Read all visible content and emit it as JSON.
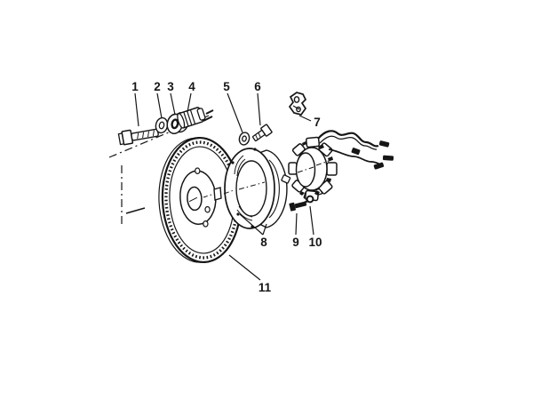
{
  "figure": {
    "type": "exploded-parts-diagram",
    "background_color": "#ffffff",
    "line_color": "#161616",
    "callouts": [
      {
        "label": "1"
      },
      {
        "label": "2"
      },
      {
        "label": "3"
      },
      {
        "label": "4"
      },
      {
        "label": "5"
      },
      {
        "label": "6"
      },
      {
        "label": "7"
      },
      {
        "label": "8"
      },
      {
        "label": "9"
      },
      {
        "label": "10"
      },
      {
        "label": "11"
      }
    ]
  }
}
